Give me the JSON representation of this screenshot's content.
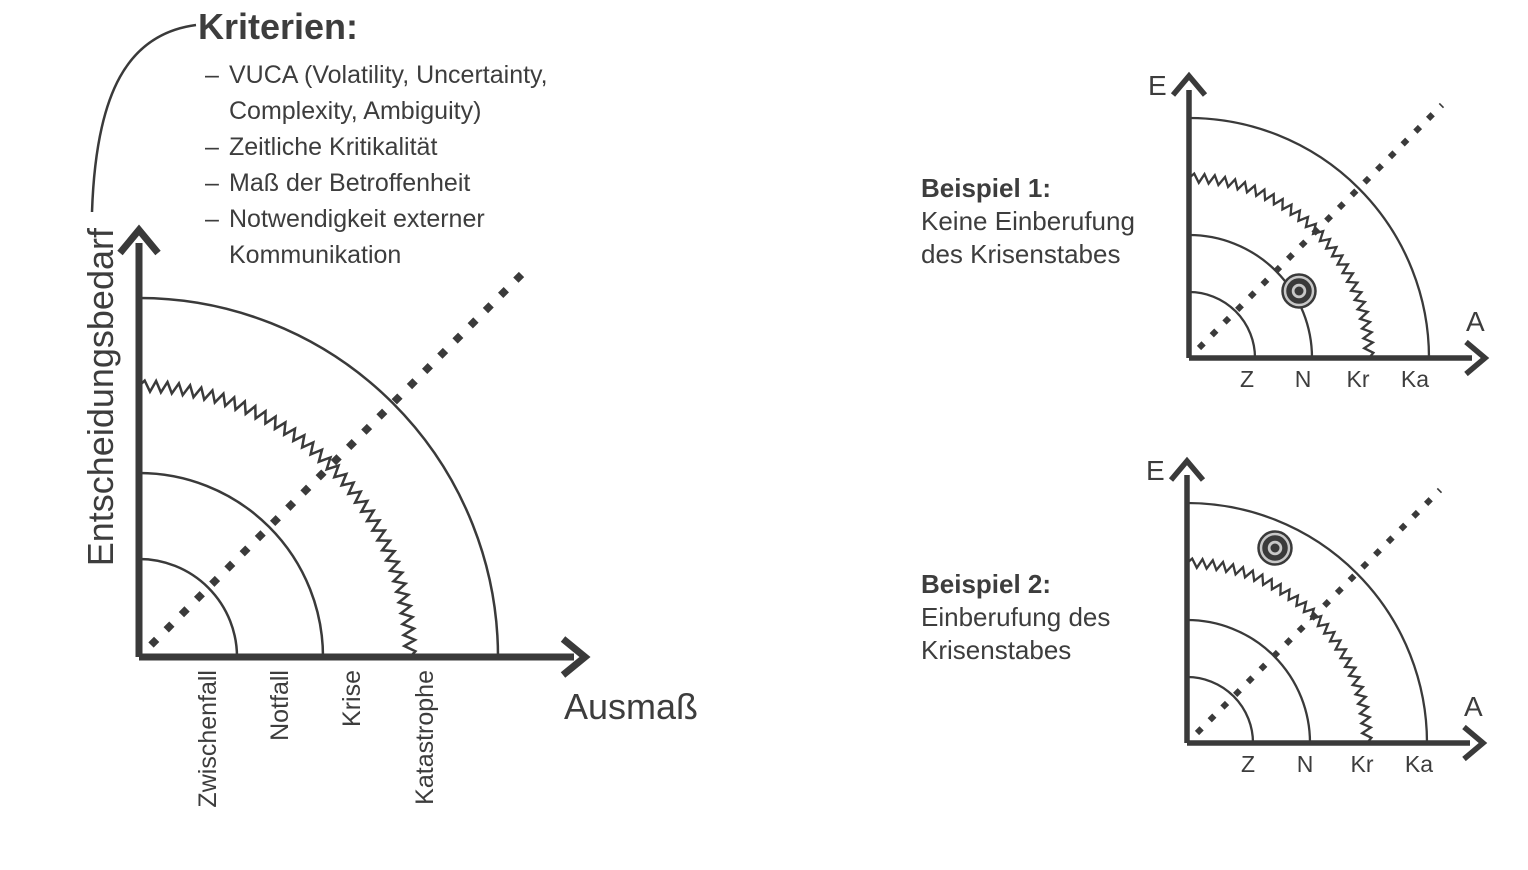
{
  "palette": {
    "ink": "#3a3a3a",
    "text": "#3d3d3d",
    "marker_ring_fill": "#c8c8c8",
    "background": "#ffffff"
  },
  "criteria": {
    "title": "Kriterien:",
    "bullet": "–",
    "items": [
      "VUCA (Volatility, Uncertainty, Complexity, Ambiguity)",
      "Zeitliche Kritikalität",
      "Maß der Betroffenheit",
      "Notwendigkeit externer Kommunikation"
    ]
  },
  "main_chart": {
    "y_axis_label": "Entscheidungsbedarf",
    "x_axis_label": "Ausmaß",
    "x_ticks": [
      "Zwischenfall",
      "Notfall",
      "Krise",
      "Katastrophe"
    ],
    "rings": [
      {
        "label": "Zwischenfall",
        "style": "solid"
      },
      {
        "label": "Notfall",
        "style": "solid"
      },
      {
        "label": "Krise",
        "style": "zigzag"
      },
      {
        "label": "Katastrophe",
        "style": "solid"
      }
    ],
    "diagonal": "dotted"
  },
  "examples": [
    {
      "title": "Beispiel 1:",
      "line1": "Keine Einberufung",
      "line2": "des Krisenstabes",
      "y_axis_label": "E",
      "x_axis_label": "A",
      "x_ticks": [
        "Z",
        "N",
        "Kr",
        "Ka"
      ],
      "marker_zone": "zwischen Notfall und Krise (unterhalb der Krise-Schwelle)"
    },
    {
      "title": "Beispiel 2:",
      "line1": "Einberufung des",
      "line2": "Krisenstabes",
      "y_axis_label": "E",
      "x_axis_label": "A",
      "x_ticks": [
        "Z",
        "N",
        "Kr",
        "Ka"
      ],
      "marker_zone": "zwischen Krise und Katastrophe (oberhalb der Krise-Schwelle)"
    }
  ]
}
